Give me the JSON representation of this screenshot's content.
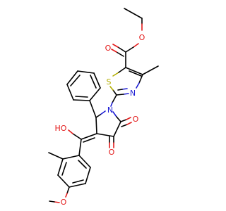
{
  "atom_labels": {
    "ester_o_carbonyl": "O",
    "ester_o_ether": "O",
    "thiazole_s": "S",
    "thiazole_n": "N",
    "pyrrolidine_n": "N",
    "lactam_o": "O",
    "ketone_o": "O",
    "hydroxy": "HO",
    "methoxy_o": "O"
  },
  "colors": {
    "carbon": "#000000",
    "oxygen": "#e31a1a",
    "nitrogen": "#1c1cd4",
    "sulfur": "#b2ad00"
  }
}
